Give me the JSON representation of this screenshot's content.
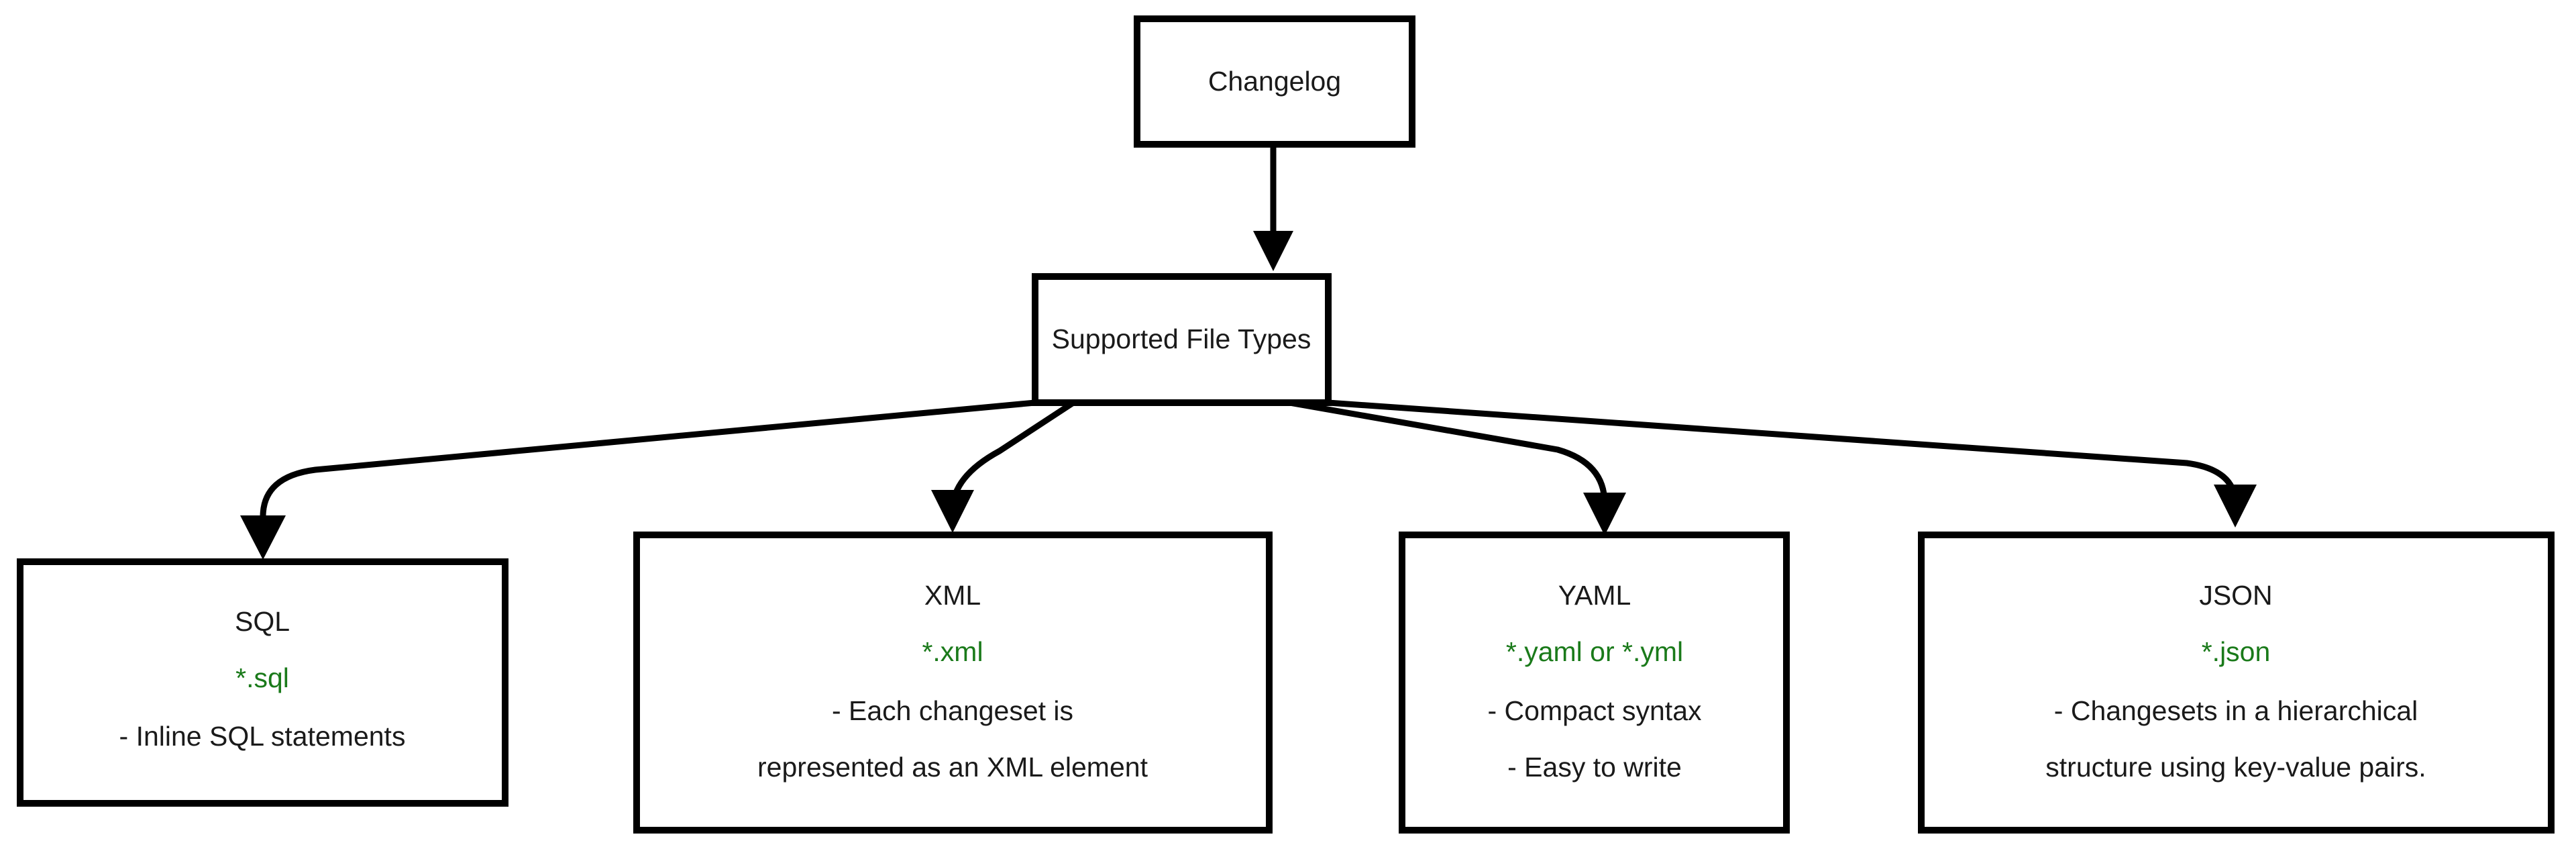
{
  "diagram": {
    "type": "flowchart",
    "title": "Changelog Supported File Types",
    "colors": {
      "node_fill": "#ffffff",
      "node_stroke": "#000000",
      "text": "#1a1a1a",
      "extension_green": "#1a7a1a",
      "background": "#ffffff"
    },
    "nodes": [
      {
        "id": "changelog",
        "label": "Changelog",
        "lines": [
          "Changelog"
        ]
      },
      {
        "id": "supported",
        "label": "Supported File Types",
        "lines": [
          "Supported File Types"
        ]
      },
      {
        "id": "sql",
        "title": "SQL",
        "extension": "*.sql",
        "description_lines": [
          "- Inline SQL statements"
        ]
      },
      {
        "id": "xml",
        "title": "XML",
        "extension": "*.xml",
        "description_lines": [
          "- Each changeset is",
          "represented as an XML element"
        ]
      },
      {
        "id": "yaml",
        "title": "YAML",
        "extension": "*.yaml or *.yml",
        "description_lines": [
          "- Compact syntax",
          "- Easy to write"
        ]
      },
      {
        "id": "json",
        "title": "JSON",
        "extension": "*.json",
        "description_lines": [
          "- Changesets in a hierarchical",
          "structure using key-value pairs."
        ]
      }
    ],
    "edges": [
      {
        "from": "changelog",
        "to": "supported"
      },
      {
        "from": "supported",
        "to": "sql"
      },
      {
        "from": "supported",
        "to": "xml"
      },
      {
        "from": "supported",
        "to": "yaml"
      },
      {
        "from": "supported",
        "to": "json"
      }
    ]
  }
}
